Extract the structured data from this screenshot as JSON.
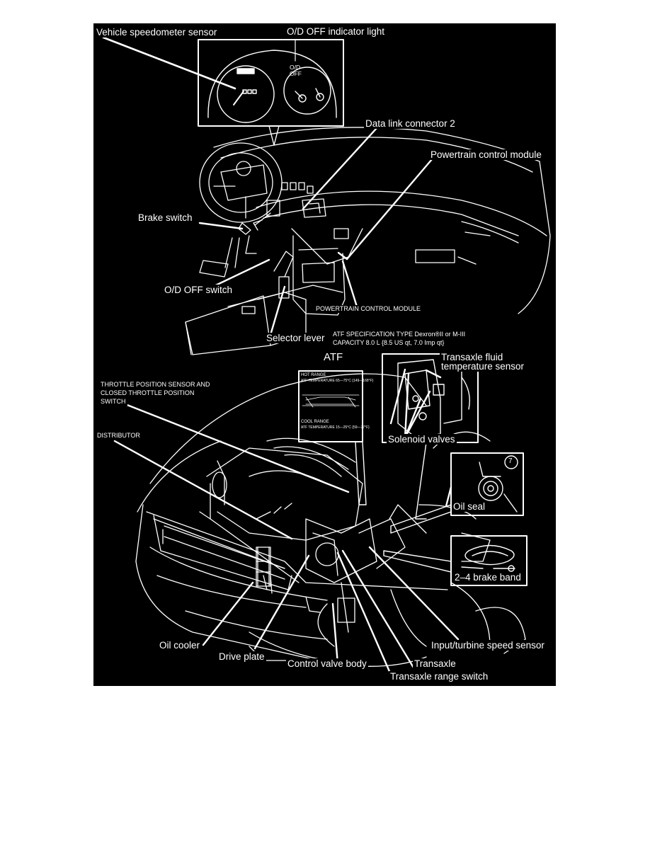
{
  "diagram": {
    "labels": {
      "vehicle_speedometer_sensor": "Vehicle speedometer sensor",
      "od_off_indicator_light": "O/D OFF indicator light",
      "data_link_connector_2": "Data link connector 2",
      "powertrain_control_module": "Powertrain control module",
      "brake_switch": "Brake switch",
      "od_off_switch": "O/D OFF switch",
      "powertrain_control_module_caps": "POWERTRAIN CONTROL MODULE",
      "selector_lever": "Selector lever",
      "atf_spec_line1": "ATF SPECIFICATION TYPE Dexron®II or M-III",
      "atf_spec_line2": "CAPACITY 8.0 L {8.5 US qt, 7.0 Imp qt}",
      "atf": "ATF",
      "transaxle_fluid_temp_line1": "Transaxle fluid",
      "transaxle_fluid_temp_line2": "temperature sensor",
      "tps_line1": "THROTTLE POSITION SENSOR AND",
      "tps_line2": "CLOSED THROTTLE POSITION",
      "tps_line3": "SWITCH",
      "distributor": "DISTRIBUTOR",
      "solenoid_valves": "Solenoid valves",
      "oil_seal": "Oil seal",
      "brake_band": "2–4 brake band",
      "oil_cooler": "Oil cooler",
      "drive_plate": "Drive plate",
      "control_valve_body": "Control valve body",
      "transaxle": "Transaxle",
      "transaxle_range_switch": "Transaxle range switch",
      "input_turbine_speed_sensor": "Input/turbine speed sensor"
    },
    "gauge": {
      "indicator_line1": "O/D",
      "indicator_line2": "OFF"
    },
    "dipstick": {
      "hot_range": "HOT RANGE",
      "hot_temp": "ATF TEMPERATURE 65—75°C {149—168°F}",
      "cool_range": "COOL RANGE",
      "cool_temp": "ATF TEMPERATURE 15—25°C {59—77°F}"
    },
    "callout_number": "7"
  }
}
